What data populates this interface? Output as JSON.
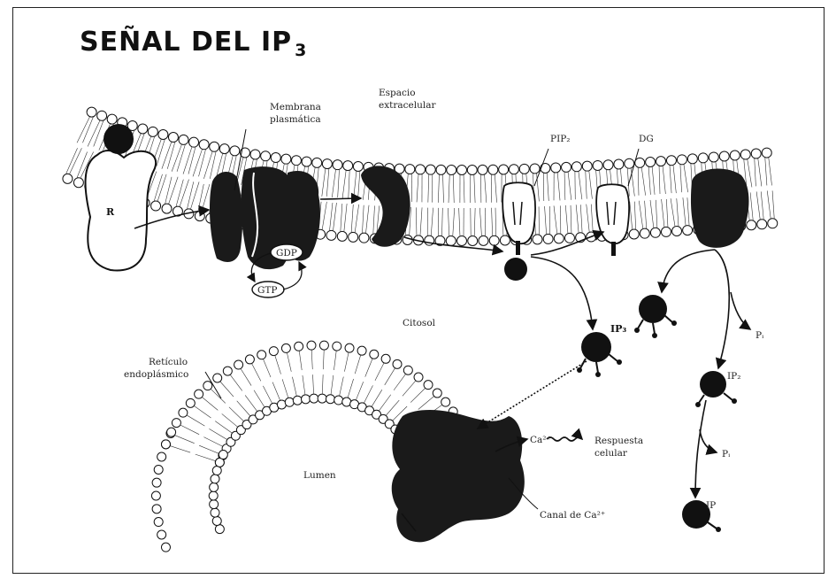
{
  "title": {
    "main": "SEÑAL DEL IP",
    "subscript": "3"
  },
  "labels": {
    "extracellular_1": "Espacio",
    "extracellular_2": "extracelular",
    "membrane_1": "Membrana",
    "membrane_2": "plasmática",
    "receptor": "R",
    "pip2": "PIP₂",
    "dg": "DG",
    "gdp": "GDP",
    "gtp": "GTP",
    "cytosol": "Citosol",
    "ip3": "IP₃",
    "pi_1": "Pᵢ",
    "ip2": "IP₂",
    "pi_2": "Pᵢ",
    "ip": "IP",
    "er_1": "Retículo",
    "er_2": "endoplásmico",
    "lumen": "Lumen",
    "ca": "Ca²⁺",
    "response_1": "Respuesta",
    "response_2": "celular",
    "channel": "Canal de Ca²⁺"
  }
}
